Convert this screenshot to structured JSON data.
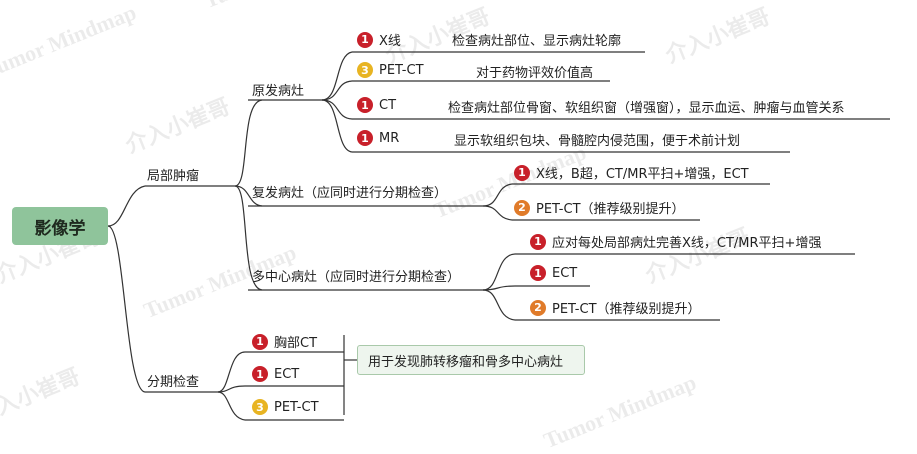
{
  "colors": {
    "p1": "#c8202a",
    "p2": "#e07b2a",
    "p3": "#e8b422",
    "root_bg": "#8fc49b",
    "line": "#333333"
  },
  "watermark": {
    "cn": "介入小崔哥",
    "en": "Tumor Mindmap"
  },
  "root": "影像学",
  "local": {
    "label": "局部肿瘤",
    "primary": {
      "label": "原发病灶",
      "items": [
        {
          "num": "1",
          "name": "X线",
          "desc": "检查病灶部位、显示病灶轮廓"
        },
        {
          "num": "3",
          "name": "PET-CT",
          "desc": "对于药物评效价值高"
        },
        {
          "num": "1",
          "name": "CT",
          "desc": "检查病灶部位骨窗、软组织窗（增强窗），显示血运、肿瘤与血管关系"
        },
        {
          "num": "1",
          "name": "MR",
          "desc": "显示软组织包块、骨髓腔内侵范围，便于术前计划"
        }
      ]
    },
    "recurrent": {
      "label": "复发病灶（应同时进行分期检查）",
      "items": [
        {
          "num": "1",
          "name": "X线，B超，CT/MR平扫+增强，ECT"
        },
        {
          "num": "2",
          "name": "PET-CT（推荐级别提升）"
        }
      ]
    },
    "multicentric": {
      "label": "多中心病灶（应同时进行分期检查）",
      "items": [
        {
          "num": "1",
          "name": "应对每处局部病灶完善X线，CT/MR平扫+增强"
        },
        {
          "num": "1",
          "name": "ECT"
        },
        {
          "num": "2",
          "name": "PET-CT（推荐级别提升）"
        }
      ]
    }
  },
  "staging": {
    "label": "分期检查",
    "items": [
      {
        "num": "1",
        "name": "胸部CT"
      },
      {
        "num": "1",
        "name": "ECT"
      },
      {
        "num": "3",
        "name": "PET-CT"
      }
    ],
    "note": "用于发现肺转移瘤和骨多中心病灶"
  }
}
